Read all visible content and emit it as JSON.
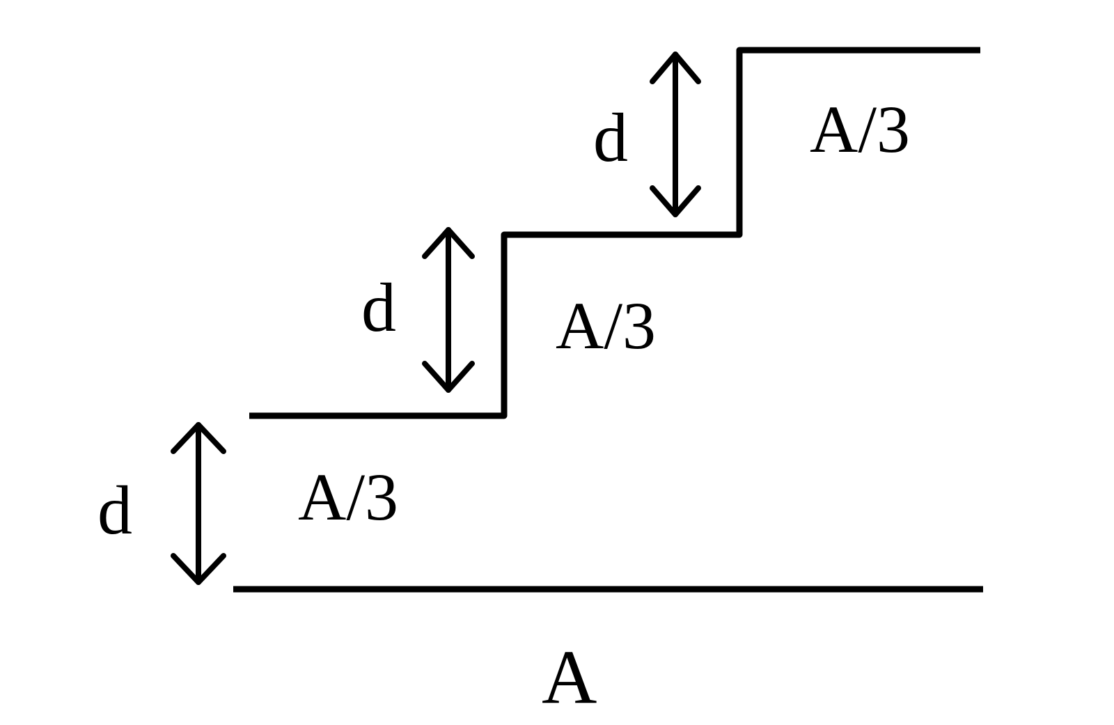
{
  "diagram": {
    "labels": {
      "top_area": "A/3",
      "middle_area": "A/3",
      "bottom_area": "A/3",
      "total_area": "A",
      "top_spacing": "d",
      "middle_spacing": "d",
      "bottom_spacing": "d"
    },
    "colors": {
      "line": "#000000",
      "background": "#ffffff"
    }
  }
}
